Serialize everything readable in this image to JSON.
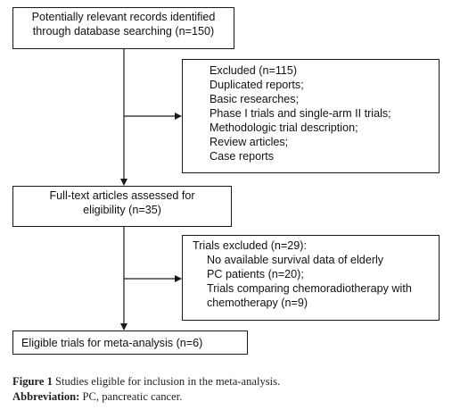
{
  "flowchart": {
    "records_box": {
      "lines": [
        "Potentially relevant records identified",
        "through database searching (n=150)"
      ]
    },
    "excluded_box_1": {
      "lines": [
        "Excluded (n=115)",
        "Duplicated reports;",
        "Basic researches;",
        "Phase I trials and single-arm II trials;",
        "Methodologic trial description;",
        "Review articles;",
        "Case reports"
      ]
    },
    "fulltext_box": {
      "lines": [
        "Full-text articles assessed for",
        "eligibility (n=35)"
      ]
    },
    "excluded_box_2": {
      "lines": [
        "Trials excluded (n=29):",
        "No available survival data of elderly",
        "PC patients (n=20);",
        "Trials comparing chemoradiotherapy with",
        "chemotherapy (n=9)"
      ]
    },
    "eligible_box": {
      "label": "Eligible trials for meta-analysis (n=6)"
    }
  },
  "caption": {
    "figure_label": "Figure 1",
    "figure_text": " Studies eligible for inclusion in the meta-analysis.",
    "abbreviation_label": "Abbreviation:",
    "abbreviation_text": " PC, pancreatic cancer."
  }
}
